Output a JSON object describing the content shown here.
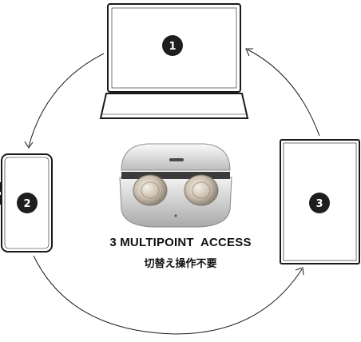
{
  "devices": [
    {
      "id": "laptop",
      "number": "1"
    },
    {
      "id": "smartphone",
      "number": "2"
    },
    {
      "id": "tablet",
      "number": "3"
    }
  ],
  "caption": {
    "headline": "3 MULTIPOINT  ACCESS",
    "subtitle": "切替え操作不要"
  },
  "colors": {
    "outline": "#1a1a1a",
    "badge": "#1e1e1e",
    "badge_text": "#ffffff",
    "case_silver": "#c9c9c9",
    "earbud_metal": "#d8d0c4"
  }
}
